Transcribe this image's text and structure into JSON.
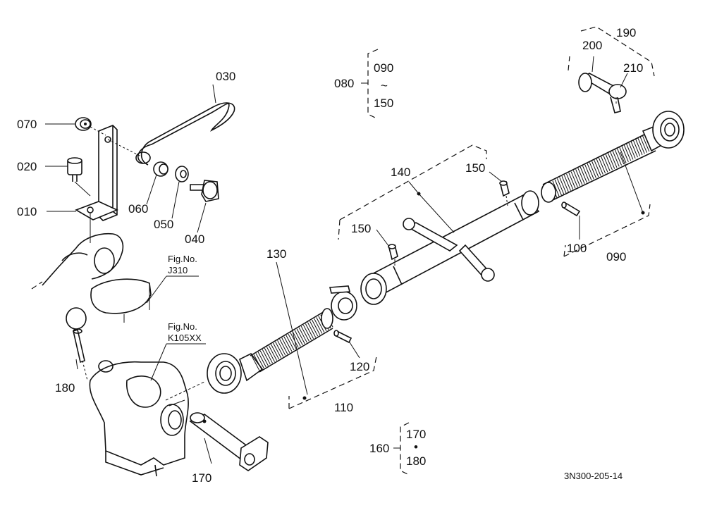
{
  "labels": {
    "p010": "010",
    "p020": "020",
    "p030": "030",
    "p040": "040",
    "p050": "050",
    "p060": "060",
    "p070": "070",
    "p080": "080",
    "p090_top": "090",
    "tilde": "~",
    "p150_top": "150",
    "p090": "090",
    "p100": "100",
    "p110": "110",
    "p120": "120",
    "p130": "130",
    "p140": "140",
    "p150_a": "150",
    "p150_b": "150",
    "p160": "160",
    "p170_group": "170",
    "bullet": "•",
    "p180_group": "180",
    "p170": "170",
    "p180": "180",
    "p190": "190",
    "p200": "200",
    "p210": "210"
  },
  "references": {
    "fig_j310_line1": "Fig.No.",
    "fig_j310_line2": "J310",
    "fig_k105_line1": "Fig.No.",
    "fig_k105_line2": "K105XX"
  },
  "drawing_code": "3N300-205-14"
}
